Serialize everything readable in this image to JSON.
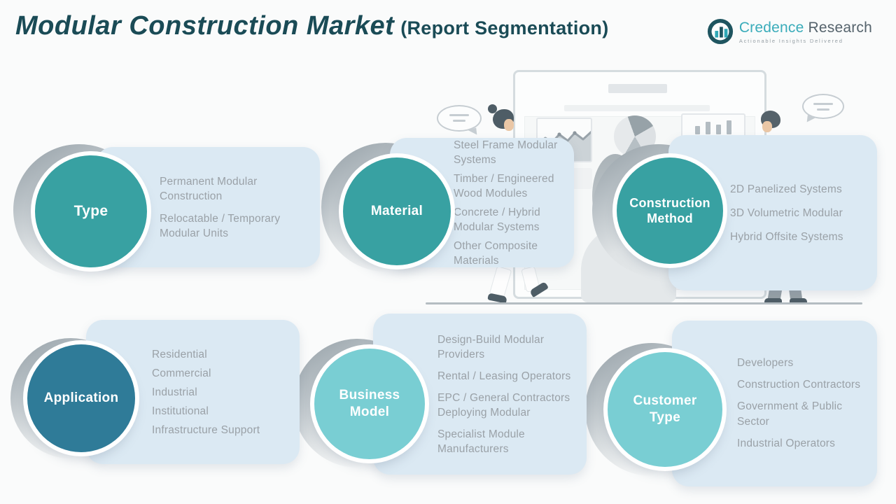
{
  "header": {
    "title_main": "Modular Construction Market",
    "title_sub": "(Report Segmentation)",
    "logo": {
      "brand_primary": "Credence",
      "brand_secondary": "Research",
      "tagline": "Actionable Insights Delivered",
      "icon": "bar-chart-circle-icon"
    }
  },
  "colors": {
    "title": "#1a4b56",
    "teal_circle": "#38a1a2",
    "blue_circle": "#2f7b98",
    "aqua_circle": "#79ced3",
    "card_background": "#dbe9f3",
    "list_text": "#9aa1a7",
    "logo_teal": "#3aacba",
    "logo_gray": "#55636c"
  },
  "segments": [
    {
      "id": "type",
      "label": "Type",
      "circle_color": "#38a1a2",
      "items": [
        "Permanent Modular Construction",
        "Relocatable / Temporary Modular Units"
      ]
    },
    {
      "id": "material",
      "label": "Material",
      "circle_color": "#38a1a2",
      "items": [
        "Steel Frame Modular Systems",
        "Timber / Engineered Wood Modules",
        "Concrete / Hybrid Modular Systems",
        "Other Composite Materials"
      ]
    },
    {
      "id": "construction-method",
      "label": "Construction Method",
      "circle_color": "#38a1a2",
      "items": [
        "2D Panelized Systems",
        "3D Volumetric Modular",
        "Hybrid Offsite Systems"
      ]
    },
    {
      "id": "application",
      "label": "Application",
      "circle_color": "#2f7b98",
      "items": [
        "Residential",
        "Commercial",
        "Industrial",
        "Institutional",
        "Infrastructure Support"
      ]
    },
    {
      "id": "business-model",
      "label": "Business Model",
      "circle_color": "#79ced3",
      "items": [
        "Design-Build Modular Providers",
        "Rental / Leasing Operators",
        "EPC / General Contractors Deploying Modular",
        "Specialist Module Manufacturers"
      ]
    },
    {
      "id": "customer-type",
      "label": "Customer Type",
      "circle_color": "#79ced3",
      "items": [
        "Developers",
        "Construction Contractors",
        "Government & Public Sector",
        "Industrial Operators"
      ]
    }
  ]
}
